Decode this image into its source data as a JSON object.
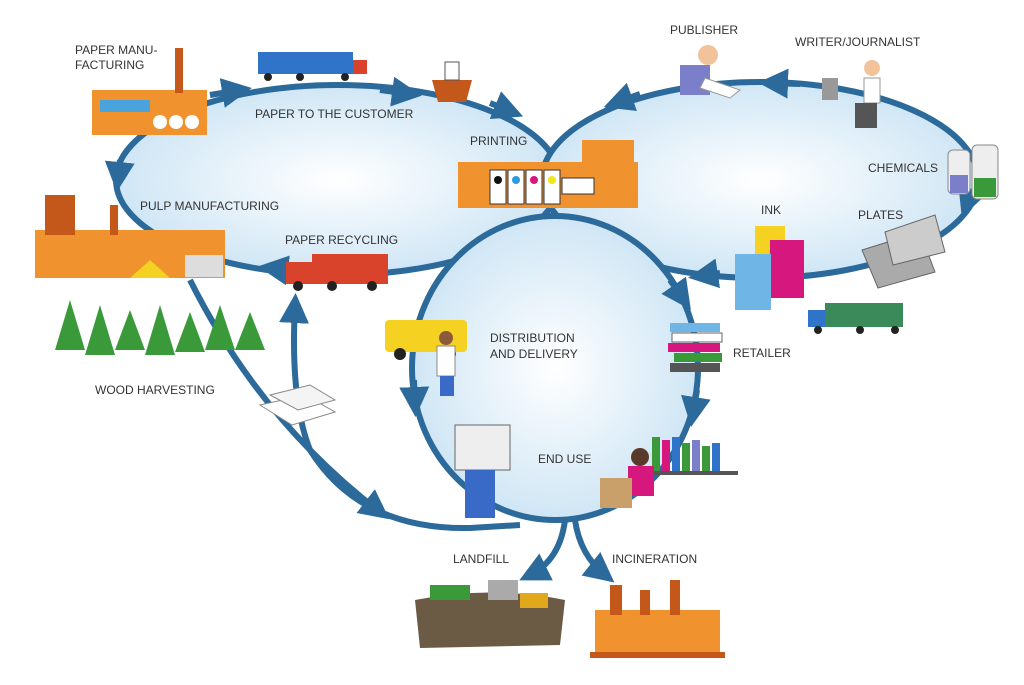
{
  "colors": {
    "loop_stroke": "#2b6a9a",
    "loop_fill": "#cfe6f5",
    "factory": "#f0922e",
    "factory_dark": "#c4571a",
    "tree": "#3a9a3a"
  },
  "labels": {
    "paper_manufacturing_1": "PAPER MANU-",
    "paper_manufacturing_2": "FACTURING",
    "paper_to_customer": "PAPER TO THE CUSTOMER",
    "publisher": "PUBLISHER",
    "writer": "WRITER/JOURNALIST",
    "printing": "PRINTING",
    "chemicals": "CHEMICALS",
    "pulp_manufacturing": "PULP MANUFACTURING",
    "ink": "INK",
    "plates": "PLATES",
    "paper_recycling": "PAPER RECYCLING",
    "distribution_1": "DISTRIBUTION",
    "distribution_2": "AND DELIVERY",
    "retailer": "RETAILER",
    "wood_harvesting": "WOOD HARVESTING",
    "end_use": "END USE",
    "landfill": "LANDFILL",
    "incineration": "INCINERATION"
  },
  "icons": [
    "paper-mill-icon",
    "truck-icon",
    "ship-icon",
    "publisher-icon",
    "writer-icon",
    "printing-press-icon",
    "chemicals-icon",
    "pulp-mill-icon",
    "ink-barrels-icon",
    "plates-icon",
    "recycling-truck-icon",
    "forest-icon",
    "delivery-van-icon",
    "books-icon",
    "reader-icon",
    "paper-stack-icon",
    "landfill-icon",
    "incinerator-icon"
  ]
}
